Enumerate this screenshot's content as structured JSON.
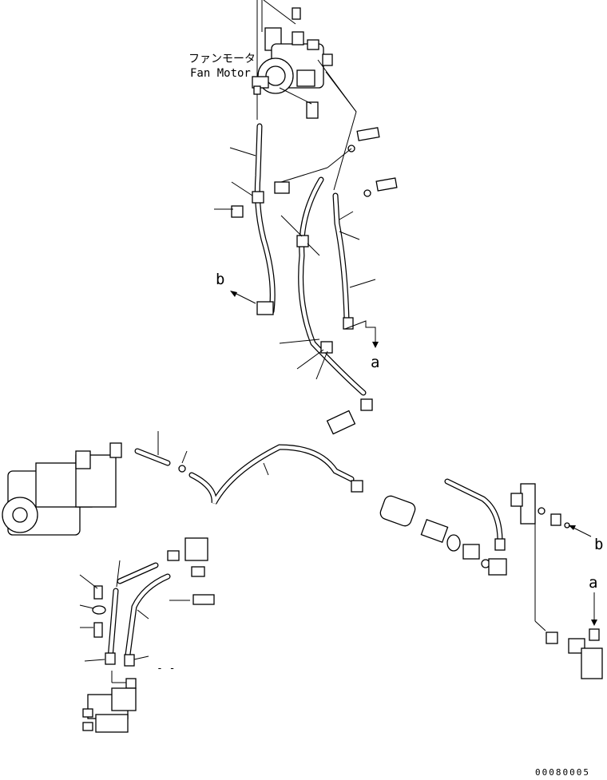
{
  "labels": {
    "fan_motor_jp": "ファンモータ",
    "fan_motor_en": "Fan Motor",
    "b_top": "b",
    "a_top": "a",
    "b_right": "b",
    "a_right": "a",
    "dash": "- -",
    "drawing_no": "00080005"
  }
}
